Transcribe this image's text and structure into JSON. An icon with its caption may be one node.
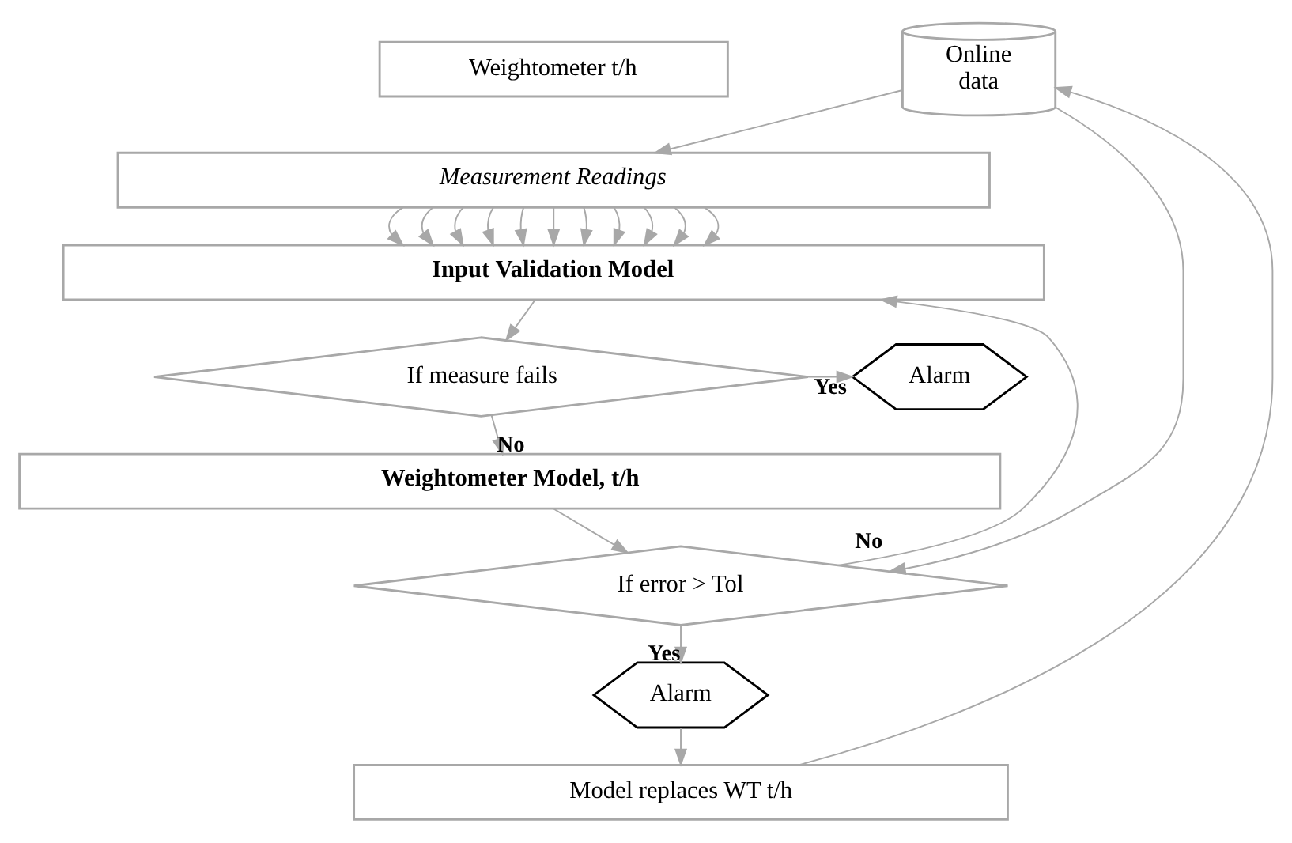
{
  "diagram": {
    "nodes": [
      {
        "text": [
          "Weightometer t/h"
        ]
      },
      {
        "text": [
          "Online data"
        ]
      },
      {
        "text": [
          "Measurement Readings"
        ]
      },
      {
        "text": [
          "Input Validation Model"
        ]
      },
      {
        "text": [
          "If measure fails"
        ]
      },
      {
        "text": [
          "Alarm"
        ]
      },
      {
        "text": [
          "Weightometer Model, t/h"
        ]
      },
      {
        "text": [
          "If error > Tol"
        ]
      },
      {
        "text": [
          "Alarm"
        ]
      },
      {
        "text": [
          "Model replaces WT t/h"
        ]
      }
    ],
    "edges": [
      {
        "from": 1,
        "to": 7,
        "arrow": "to"
      },
      {
        "from": 1,
        "to": 2,
        "arrow": "to"
      },
      {
        "from": 2,
        "to": 3,
        "arrow": "to"
      },
      {
        "from": 2,
        "to": 3,
        "arrow": "to"
      },
      {
        "from": 2,
        "to": 3,
        "arrow": "to"
      },
      {
        "from": 2,
        "to": 3,
        "arrow": "to"
      },
      {
        "from": 2,
        "to": 3,
        "arrow": "to"
      },
      {
        "from": 2,
        "to": 3,
        "arrow": "to"
      },
      {
        "from": 2,
        "to": 3,
        "arrow": "to"
      },
      {
        "from": 2,
        "to": 3,
        "arrow": "to"
      },
      {
        "from": 2,
        "to": 3,
        "arrow": "to"
      },
      {
        "from": 2,
        "to": 3,
        "arrow": "to"
      },
      {
        "from": 2,
        "to": 3,
        "arrow": "to"
      },
      {
        "from": 3,
        "to": 4,
        "arrow": "to"
      },
      {
        "from": 4,
        "to": 5,
        "label": "Yes",
        "arrow": "to"
      },
      {
        "from": 4,
        "to": 6,
        "label": "No",
        "arrow": "to"
      },
      {
        "from": 6,
        "to": 7,
        "arrow": "to"
      },
      {
        "from": 7,
        "to": 3,
        "label": "No",
        "arrow": "to"
      },
      {
        "from": 7,
        "to": 8,
        "label": "Yes",
        "arrow": "to"
      },
      {
        "from": 8,
        "to": 9,
        "arrow": "to"
      },
      {
        "from": 9,
        "to": 1,
        "arrow": "to"
      }
    ]
  }
}
